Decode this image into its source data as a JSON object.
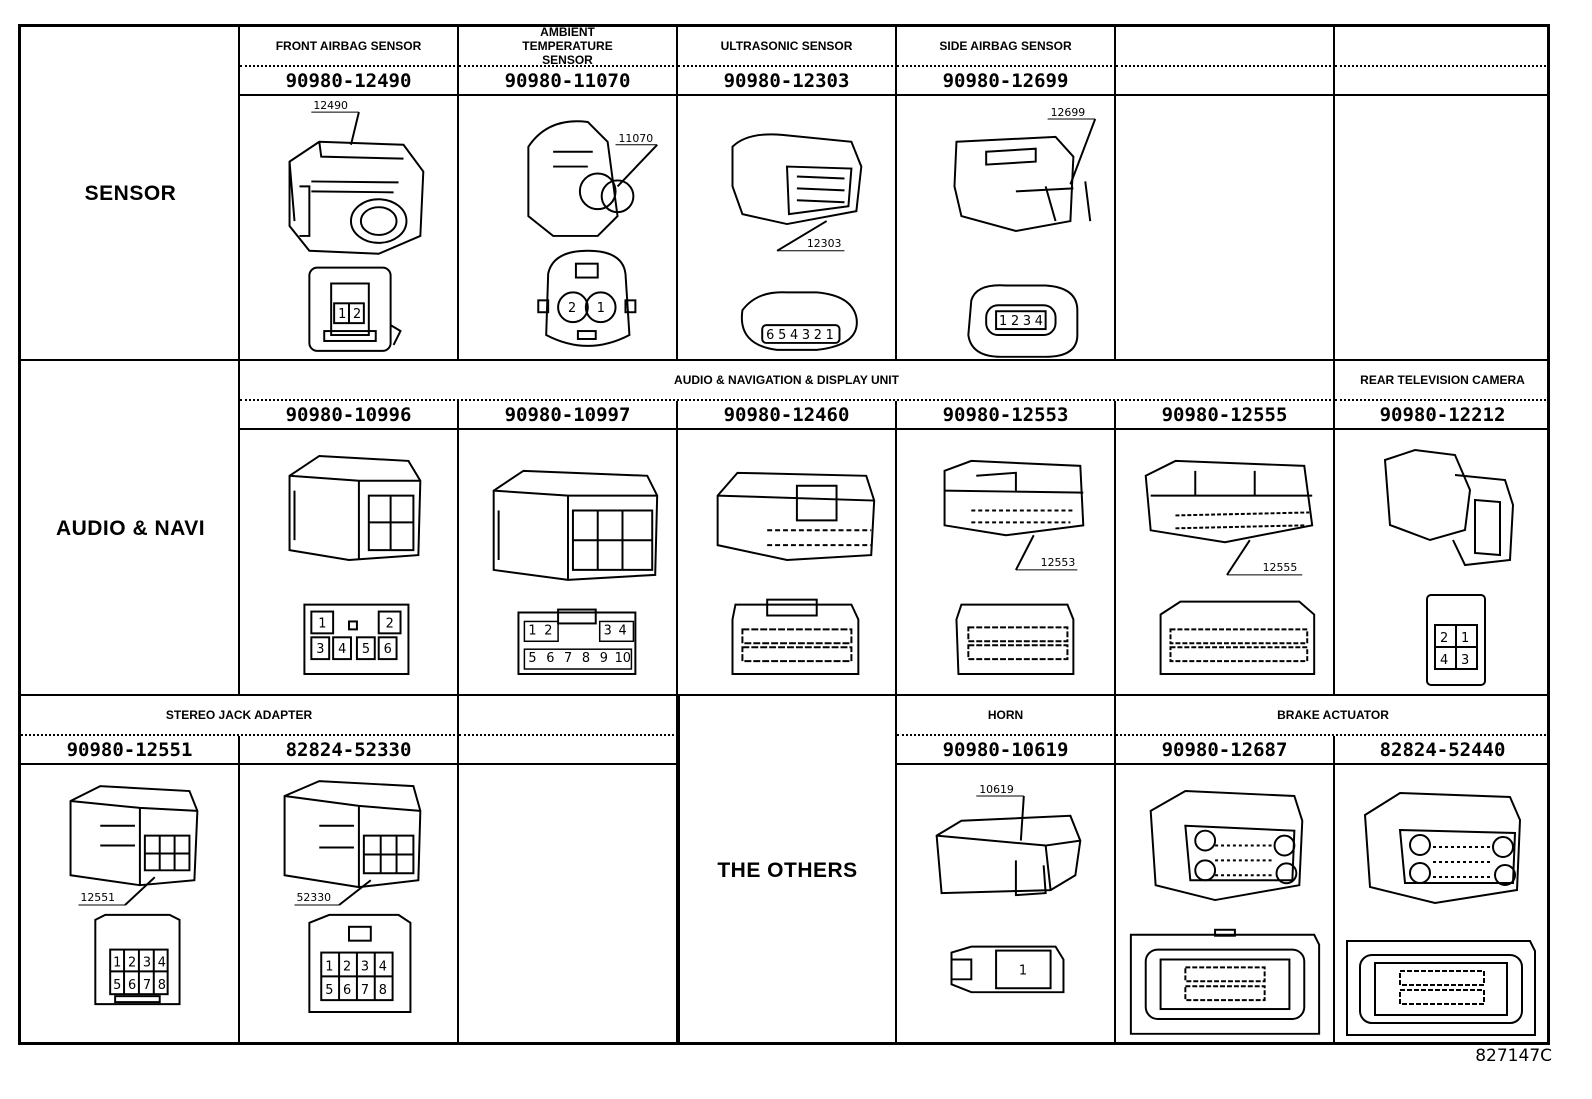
{
  "diagram_id": "827147C",
  "rows": [
    {
      "category": "SENSOR",
      "group_label": "",
      "connectors": [
        {
          "name": "FRONT AIRBAG SENSOR",
          "part": "90980-12490",
          "callout": "12490",
          "pins": [
            "1",
            "2"
          ]
        },
        {
          "name": "AMBIENT TEMPERATURE SENSOR",
          "part": "90980-11070",
          "callout": "11070",
          "pins": [
            "2",
            "1"
          ]
        },
        {
          "name": "ULTRASONIC SENSOR",
          "part": "90980-12303",
          "callout": "12303",
          "pins": [
            "6",
            "5",
            "4",
            "3",
            "2",
            "1"
          ]
        },
        {
          "name": "SIDE AIRBAG SENSOR",
          "part": "90980-12699",
          "callout": "12699",
          "pins": [
            "1",
            "2",
            "3",
            "4"
          ]
        },
        {
          "name": "",
          "part": "",
          "callout": "",
          "pins": []
        },
        {
          "name": "",
          "part": "",
          "callout": "",
          "pins": []
        }
      ]
    },
    {
      "category": "AUDIO & NAVI",
      "group_label": "AUDIO & NAVIGATION & DISPLAY UNIT",
      "connectors": [
        {
          "name": "",
          "part": "90980-10996",
          "callout": "",
          "pins": [
            "1",
            "2",
            "3",
            "4",
            "5",
            "6"
          ]
        },
        {
          "name": "",
          "part": "90980-10997",
          "callout": "",
          "pins": [
            "1",
            "2",
            "3",
            "4",
            "5",
            "6",
            "7",
            "8",
            "9",
            "10"
          ]
        },
        {
          "name": "",
          "part": "90980-12460",
          "callout": "",
          "pins": []
        },
        {
          "name": "",
          "part": "90980-12553",
          "callout": "12553",
          "pins": []
        },
        {
          "name": "",
          "part": "90980-12555",
          "callout": "12555",
          "pins": []
        },
        {
          "name": "REAR TELEVISION CAMERA",
          "part": "90980-12212",
          "callout": "",
          "pins": [
            "2",
            "1",
            "4",
            "3"
          ]
        }
      ]
    },
    {
      "category": "THE OTHERS",
      "group_label": "",
      "connectors": [
        {
          "name": "STEREO JACK ADAPTER",
          "part": "90980-12551",
          "callout": "12551",
          "pins": [
            "1",
            "2",
            "3",
            "4",
            "5",
            "6",
            "7",
            "8"
          ]
        },
        {
          "name": "",
          "part": "82824-52330",
          "callout": "52330",
          "pins": [
            "1",
            "2",
            "3",
            "4",
            "5",
            "6",
            "7",
            "8"
          ]
        },
        {
          "name": "",
          "part": "",
          "callout": "",
          "pins": []
        },
        {
          "name": "HORN",
          "part": "90980-10619",
          "callout": "10619",
          "pins": [
            "1"
          ]
        },
        {
          "name": "BRAKE ACTUATOR",
          "part": "90980-12687",
          "callout": "",
          "pins": []
        },
        {
          "name": "",
          "part": "82824-52440",
          "callout": "",
          "pins": []
        }
      ]
    }
  ]
}
